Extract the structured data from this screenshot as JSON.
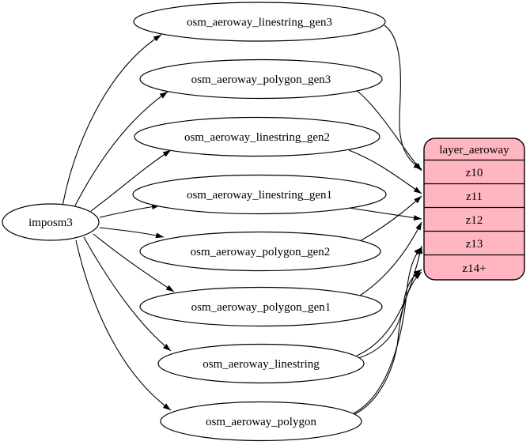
{
  "diagram": {
    "background_color": "#ffffff",
    "edge_color": "#000000",
    "node_border_color": "#000000",
    "table_node_fill": "#ffffff",
    "source_node": {
      "label": "imposm3"
    },
    "table_nodes": [
      {
        "label": "osm_aeroway_linestring_gen3"
      },
      {
        "label": "osm_aeroway_polygon_gen3"
      },
      {
        "label": "osm_aeroway_linestring_gen2"
      },
      {
        "label": "osm_aeroway_linestring_gen1"
      },
      {
        "label": "osm_aeroway_polygon_gen2"
      },
      {
        "label": "osm_aeroway_polygon_gen1"
      },
      {
        "label": "osm_aeroway_linestring"
      },
      {
        "label": "osm_aeroway_polygon"
      }
    ],
    "layer_node": {
      "title": "layer_aeroway",
      "fill_color": "#ffb6c1",
      "rows": [
        {
          "label": "z10"
        },
        {
          "label": "z11"
        },
        {
          "label": "z12"
        },
        {
          "label": "z13"
        },
        {
          "label": "z14+"
        }
      ]
    },
    "edges": [
      {
        "from": "imposm3",
        "to": "osm_aeroway_linestring_gen3"
      },
      {
        "from": "imposm3",
        "to": "osm_aeroway_polygon_gen3"
      },
      {
        "from": "imposm3",
        "to": "osm_aeroway_linestring_gen2"
      },
      {
        "from": "imposm3",
        "to": "osm_aeroway_linestring_gen1"
      },
      {
        "from": "imposm3",
        "to": "osm_aeroway_polygon_gen2"
      },
      {
        "from": "imposm3",
        "to": "osm_aeroway_polygon_gen1"
      },
      {
        "from": "imposm3",
        "to": "osm_aeroway_linestring"
      },
      {
        "from": "imposm3",
        "to": "osm_aeroway_polygon"
      },
      {
        "from": "osm_aeroway_linestring_gen3",
        "to": "layer_aeroway:z10"
      },
      {
        "from": "osm_aeroway_polygon_gen3",
        "to": "layer_aeroway:z10"
      },
      {
        "from": "osm_aeroway_linestring_gen2",
        "to": "layer_aeroway:z11"
      },
      {
        "from": "osm_aeroway_polygon_gen2",
        "to": "layer_aeroway:z11"
      },
      {
        "from": "osm_aeroway_linestring_gen1",
        "to": "layer_aeroway:z12"
      },
      {
        "from": "osm_aeroway_polygon_gen1",
        "to": "layer_aeroway:z12"
      },
      {
        "from": "osm_aeroway_linestring",
        "to": "layer_aeroway:z13"
      },
      {
        "from": "osm_aeroway_linestring",
        "to": "layer_aeroway:z14+"
      },
      {
        "from": "osm_aeroway_polygon",
        "to": "layer_aeroway:z13"
      },
      {
        "from": "osm_aeroway_polygon",
        "to": "layer_aeroway:z14+"
      }
    ]
  }
}
